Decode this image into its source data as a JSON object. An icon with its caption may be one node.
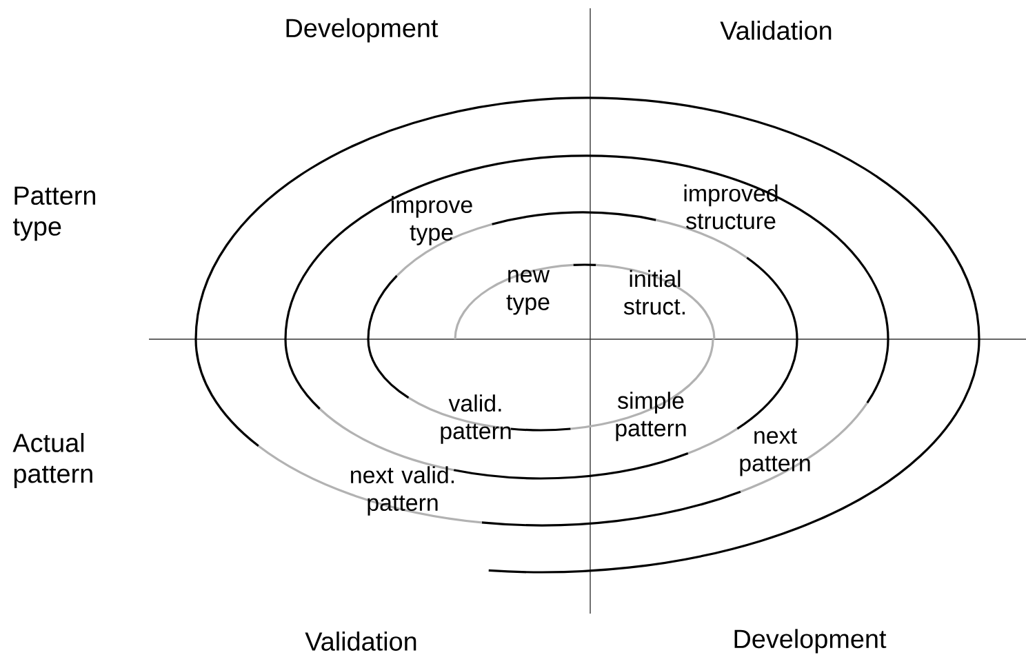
{
  "diagram": {
    "labels": [
      "Development",
      "Validation",
      "Pattern type",
      "improve type",
      "improved structure",
      "new type",
      "initial struct.",
      "Actual pattern",
      "valid. pattern",
      "simple pattern",
      "next pattern",
      "next valid. pattern",
      "Validation",
      "Development"
    ]
  }
}
